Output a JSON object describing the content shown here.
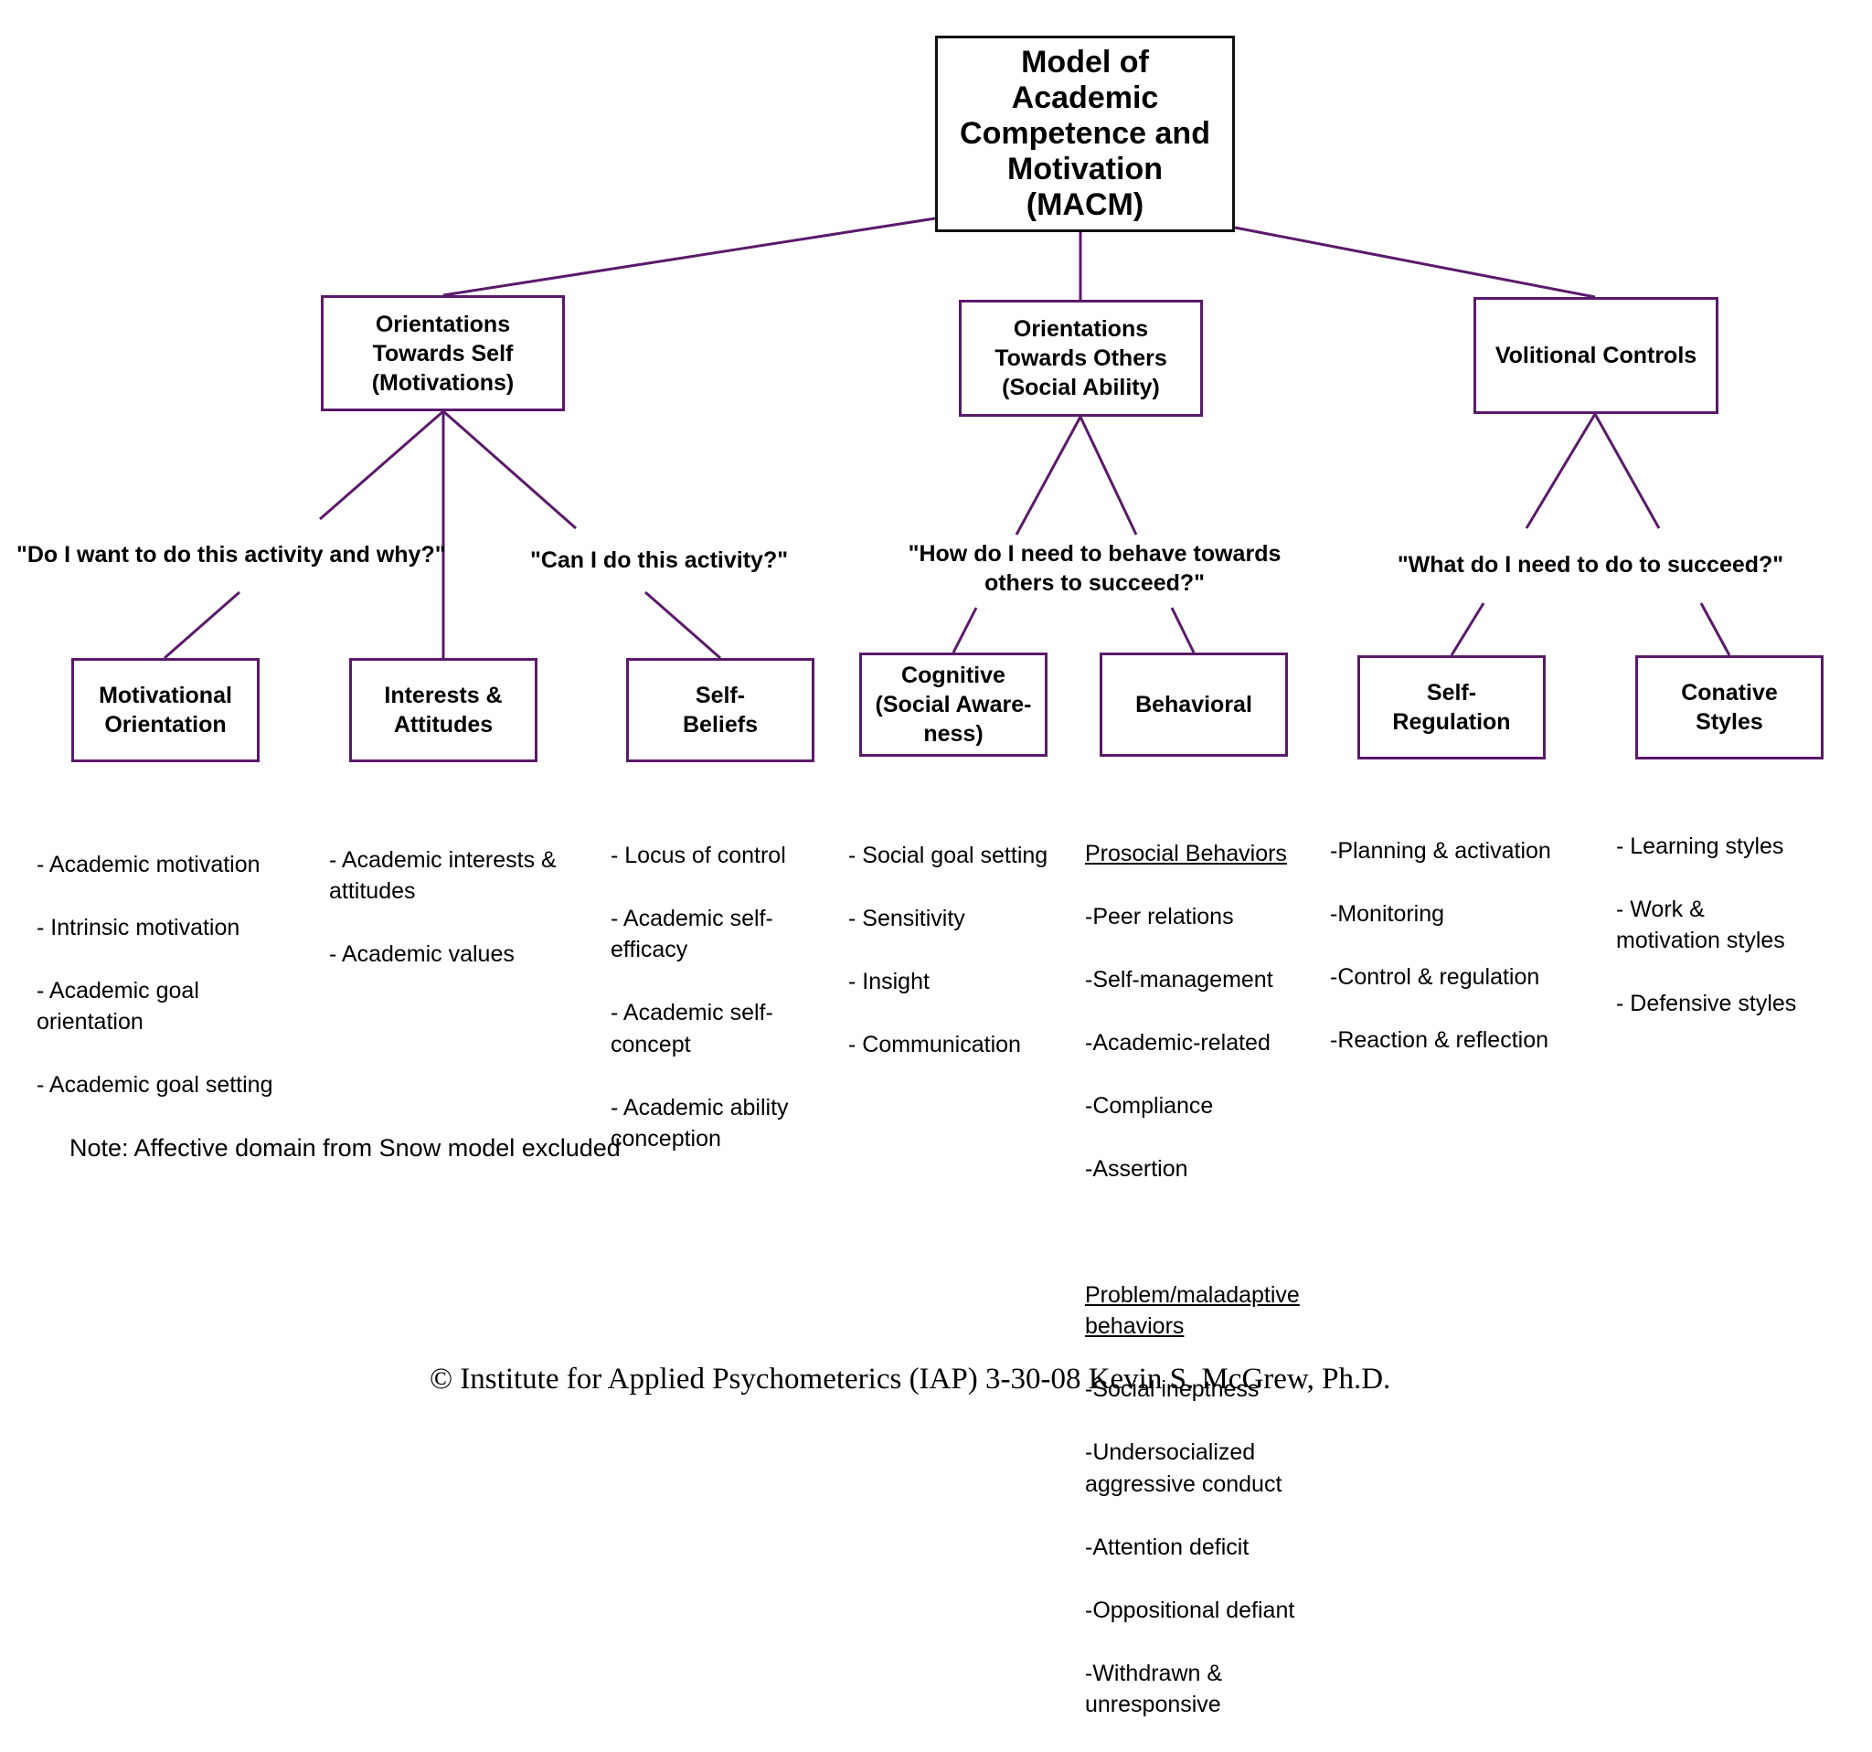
{
  "colors": {
    "line": "#5a1a6a",
    "root_border": "#111111"
  },
  "root": {
    "label": "Model of\nAcademic\nCompetence and\nMotivation\n(MACM)"
  },
  "branches": [
    {
      "label": "Orientations\nTowards Self\n(Motivations)",
      "questions": [
        {
          "text": "\"Do I want to do this activity and why?\"",
          "components": [
            {
              "label": "Motivational\nOrientation",
              "items": [
                "- Academic motivation",
                "- Intrinsic motivation",
                "- Academic goal\n   orientation",
                "- Academic goal setting"
              ]
            },
            {
              "label": "Interests &\nAttitudes",
              "items": [
                "- Academic interests &\n   attitudes",
                "- Academic values"
              ]
            }
          ]
        },
        {
          "text": "\"Can I do this activity?\"",
          "components": [
            {
              "label": "Self-\nBeliefs",
              "items": [
                "- Locus of control",
                "- Academic self-\n   efficacy",
                "- Academic self-\n   concept",
                "- Academic ability\n   conception"
              ]
            }
          ]
        }
      ]
    },
    {
      "label": "Orientations\nTowards Others\n(Social Ability)",
      "questions": [
        {
          "text": "\"How do I need to behave towards\nothers to succeed?\"",
          "components": [
            {
              "label": "Cognitive\n(Social Aware-\nness)",
              "items": [
                "- Social goal setting",
                "- Sensitivity",
                "- Insight",
                "- Communication"
              ]
            },
            {
              "label": "Behavioral",
              "groups": [
                {
                  "heading": "Prosocial Behaviors",
                  "items": [
                    " -Peer relations",
                    " -Self-management",
                    " -Academic-related",
                    " -Compliance",
                    " -Assertion"
                  ]
                },
                {
                  "heading": "Problem/maladaptive\nbehaviors",
                  "items": [
                    " -Social ineptness",
                    " -Undersocialized\n  aggressive conduct",
                    " -Attention deficit",
                    " -Oppositional defiant",
                    " -Withdrawn &\n  unresponsive"
                  ]
                }
              ]
            }
          ]
        }
      ]
    },
    {
      "label": "Volitional Controls",
      "questions": [
        {
          "text": "\"What do I need to do to succeed?\"",
          "components": [
            {
              "label": "Self-\nRegulation",
              "items": [
                "-Planning & activation",
                "-Monitoring",
                "-Control & regulation",
                "-Reaction & reflection"
              ]
            },
            {
              "label": "Conative\nStyles",
              "items": [
                "- Learning styles",
                "- Work &\n   motivation styles",
                "- Defensive styles"
              ]
            }
          ]
        }
      ]
    }
  ],
  "note": "Note: Affective domain from Snow model excluded",
  "footer": "© Institute for Applied Psychometerics (IAP)  3-30-08    Kevin S. McGrew, Ph.D."
}
